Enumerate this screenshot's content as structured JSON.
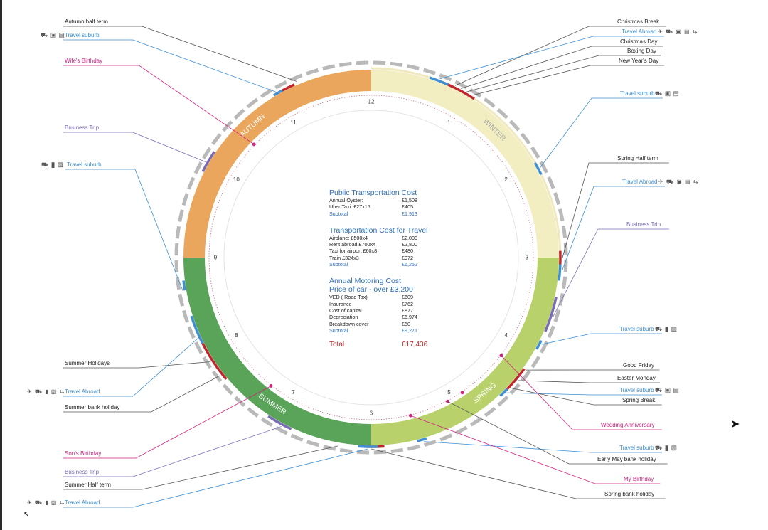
{
  "colors": {
    "autumn": "#e9a65c",
    "winter": "#f2eec2",
    "spring": "#b8d16a",
    "summer": "#5aa45a",
    "travel": "#3f8fd2",
    "holiday": "#c0272d",
    "business": "#7a6bb5",
    "birthday": "#d0237d",
    "dash": "#b9b9b9",
    "inner": "#ececec"
  },
  "seasons": [
    {
      "name": "AUTUMN",
      "color": "#e9a65c"
    },
    {
      "name": "WINTER",
      "color": "#f2eec2"
    },
    {
      "name": "SPRING",
      "color": "#b8d16a"
    },
    {
      "name": "SUMMER",
      "color": "#5aa45a"
    }
  ],
  "months": [
    "1",
    "2",
    "3",
    "4",
    "5",
    "6",
    "7",
    "8",
    "9",
    "10",
    "11",
    "12"
  ],
  "left_labels": [
    {
      "text": "Autumn half term",
      "type": "black"
    },
    {
      "text": "Travel suburb",
      "type": "travel",
      "icons": "⛟ ▣ ▤"
    },
    {
      "text": "Wife's Birthday",
      "type": "pink"
    },
    {
      "text": "Business Trip",
      "type": "purple"
    },
    {
      "text": "Travel suburb",
      "type": "travel",
      "icons": "⛟ ▮ ▧"
    },
    {
      "text": "Summer Holidays",
      "type": "black"
    },
    {
      "text": "Travel Abroad",
      "type": "travel",
      "icons": "✈ ⛟ ▮ ▧ ⇆"
    },
    {
      "text": "Summer bank holiday",
      "type": "black"
    },
    {
      "text": "Son's Birthday",
      "type": "pink"
    },
    {
      "text": "Business Trip",
      "type": "purple"
    },
    {
      "text": "Summer Half term",
      "type": "black"
    },
    {
      "text": "Travel Abroad",
      "type": "travel",
      "icons": "✈ ⛟ ▮ ▧ ⇆"
    }
  ],
  "right_labels": [
    {
      "text": "Christmas Break",
      "type": "black"
    },
    {
      "text": "Travel Abroad",
      "type": "travel",
      "icons": "✈ ⛟ ▣ ▤ ⇆"
    },
    {
      "text": "Christmas Day",
      "type": "black"
    },
    {
      "text": "Boxing Day",
      "type": "black"
    },
    {
      "text": "New Year's Day",
      "type": "black"
    },
    {
      "text": "Travel suburb",
      "type": "travel",
      "icons": "⛟ ▣ ▤"
    },
    {
      "text": "Spring Half term",
      "type": "black"
    },
    {
      "text": "Travel Abroad",
      "type": "travel",
      "icons": "✈ ⛟ ▣ ▤ ⇆"
    },
    {
      "text": "Business Trip",
      "type": "purple"
    },
    {
      "text": "Travel suburb",
      "type": "travel",
      "icons": "⛟ ▮ ▧"
    },
    {
      "text": "Good Friday",
      "type": "black"
    },
    {
      "text": "Easter Monday",
      "type": "black"
    },
    {
      "text": "Travel suburb",
      "type": "travel",
      "icons": "⛟ ▣ ▤"
    },
    {
      "text": "Spring Break",
      "type": "black"
    },
    {
      "text": "Wedding Anniversary",
      "type": "pink"
    },
    {
      "text": "Travel suburb",
      "type": "travel",
      "icons": "⛟ ▮ ▧"
    },
    {
      "text": "Early May bank holiday",
      "type": "black"
    },
    {
      "text": "My Birthday",
      "type": "pink"
    },
    {
      "text": "Spring bank holiday",
      "type": "black"
    }
  ],
  "summary": {
    "public": {
      "title": "Public Transportation Cost",
      "rows": [
        {
          "k": "Annual Oyster:",
          "v": "£1,508"
        },
        {
          "k": "Uber Taxi: £27x15",
          "v": "£405"
        }
      ],
      "subtotal": {
        "k": "Subtotal",
        "v": "£1,913"
      }
    },
    "travel": {
      "title": "Transportation Cost for Travel",
      "rows": [
        {
          "k": "Airplane: £500x4",
          "v": "£2,000"
        },
        {
          "k": "Rent abroad £700x4",
          "v": "£2,800"
        },
        {
          "k": "Taxi for airport £60x8",
          "v": "£480"
        },
        {
          "k": "Train £324x3",
          "v": "£972"
        }
      ],
      "subtotal": {
        "k": "Subtotal",
        "v": "£6,252"
      }
    },
    "motoring": {
      "title": "Annual Motoring Cost",
      "subtitle": "Price of car - over £3,200",
      "rows": [
        {
          "k": "VED ( Road Tax)",
          "v": "£609"
        },
        {
          "k": "Insurance",
          "v": "£762"
        },
        {
          "k": "Cost of capital",
          "v": "£877"
        },
        {
          "k": "Depreciation",
          "v": "£6,974"
        },
        {
          "k": "Breakdown cover",
          "v": "£50"
        }
      ],
      "subtotal": {
        "k": "Subtotal",
        "v": "£9,271"
      }
    },
    "total": {
      "k": "Total",
      "v": "£17,436"
    }
  }
}
